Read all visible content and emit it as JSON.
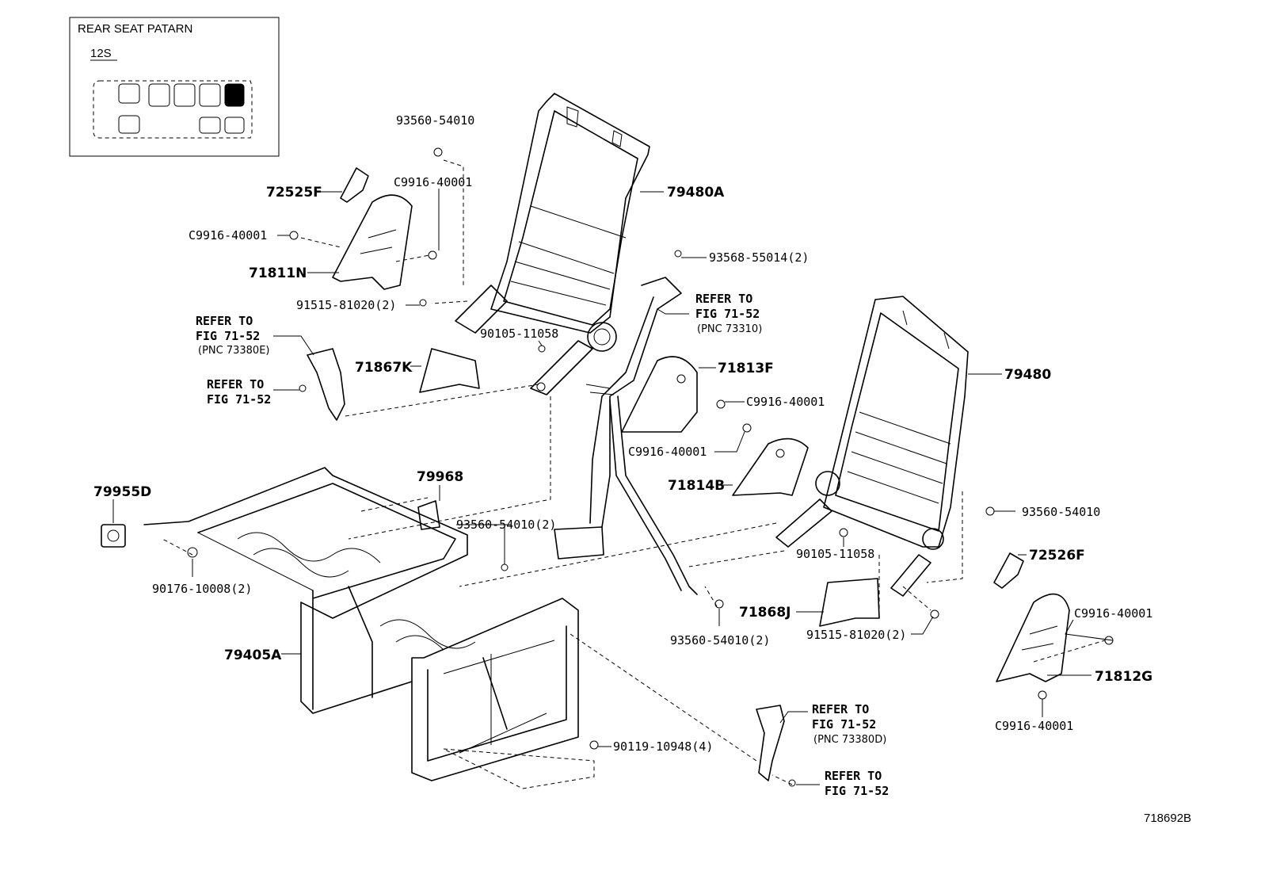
{
  "inset": {
    "title": "REAR SEAT PATARN",
    "code": "12S"
  },
  "labels": {
    "p93560_54010_top": "93560-54010",
    "c9916_top": "C9916-40001",
    "p72525F": "72525F",
    "c9916_left": "C9916-40001",
    "p71811N": "71811N",
    "p79480A": "79480A",
    "p93568_55014": "93568-55014(2)",
    "p91515_left": "91515-81020(2)",
    "p90105_left": "90105-11058",
    "ref_73380E_1": "REFER TO",
    "ref_73380E_2": "FIG 71-52",
    "ref_73380E_3": "(PNC 73380E)",
    "ref_a_1": "REFER TO",
    "ref_a_2": "FIG 71-52",
    "p71867K": "71867K",
    "ref_73310_1": "REFER TO",
    "ref_73310_2": "FIG 71-52",
    "ref_73310_3": "(PNC 73310)",
    "p71813F": "71813F",
    "c9916_mid": "C9916-40001",
    "c9916_mid2": "C9916-40001",
    "p71814B": "71814B",
    "p79480": "79480",
    "p93560_right": "93560-54010",
    "p90105_right": "90105-11058",
    "p72526F": "72526F",
    "p79955D": "79955D",
    "p79968": "79968",
    "p93560_mid2": "93560-54010(2)",
    "p90176": "90176-10008(2)",
    "p71868J": "71868J",
    "p91515_right": "91515-81020(2)",
    "c9916_right1": "C9916-40001",
    "p71812G": "71812G",
    "c9916_right2": "C9916-40001",
    "p79405A": "79405A",
    "p93560_bot": "93560-54010(2)",
    "ref_73380D_1": "REFER TO",
    "ref_73380D_2": "FIG 71-52",
    "ref_73380D_3": "(PNC 73380D)",
    "p90119": "90119-10948(4)",
    "ref_b_1": "REFER TO",
    "ref_b_2": "FIG 71-52",
    "diagram_id": "718692B"
  }
}
